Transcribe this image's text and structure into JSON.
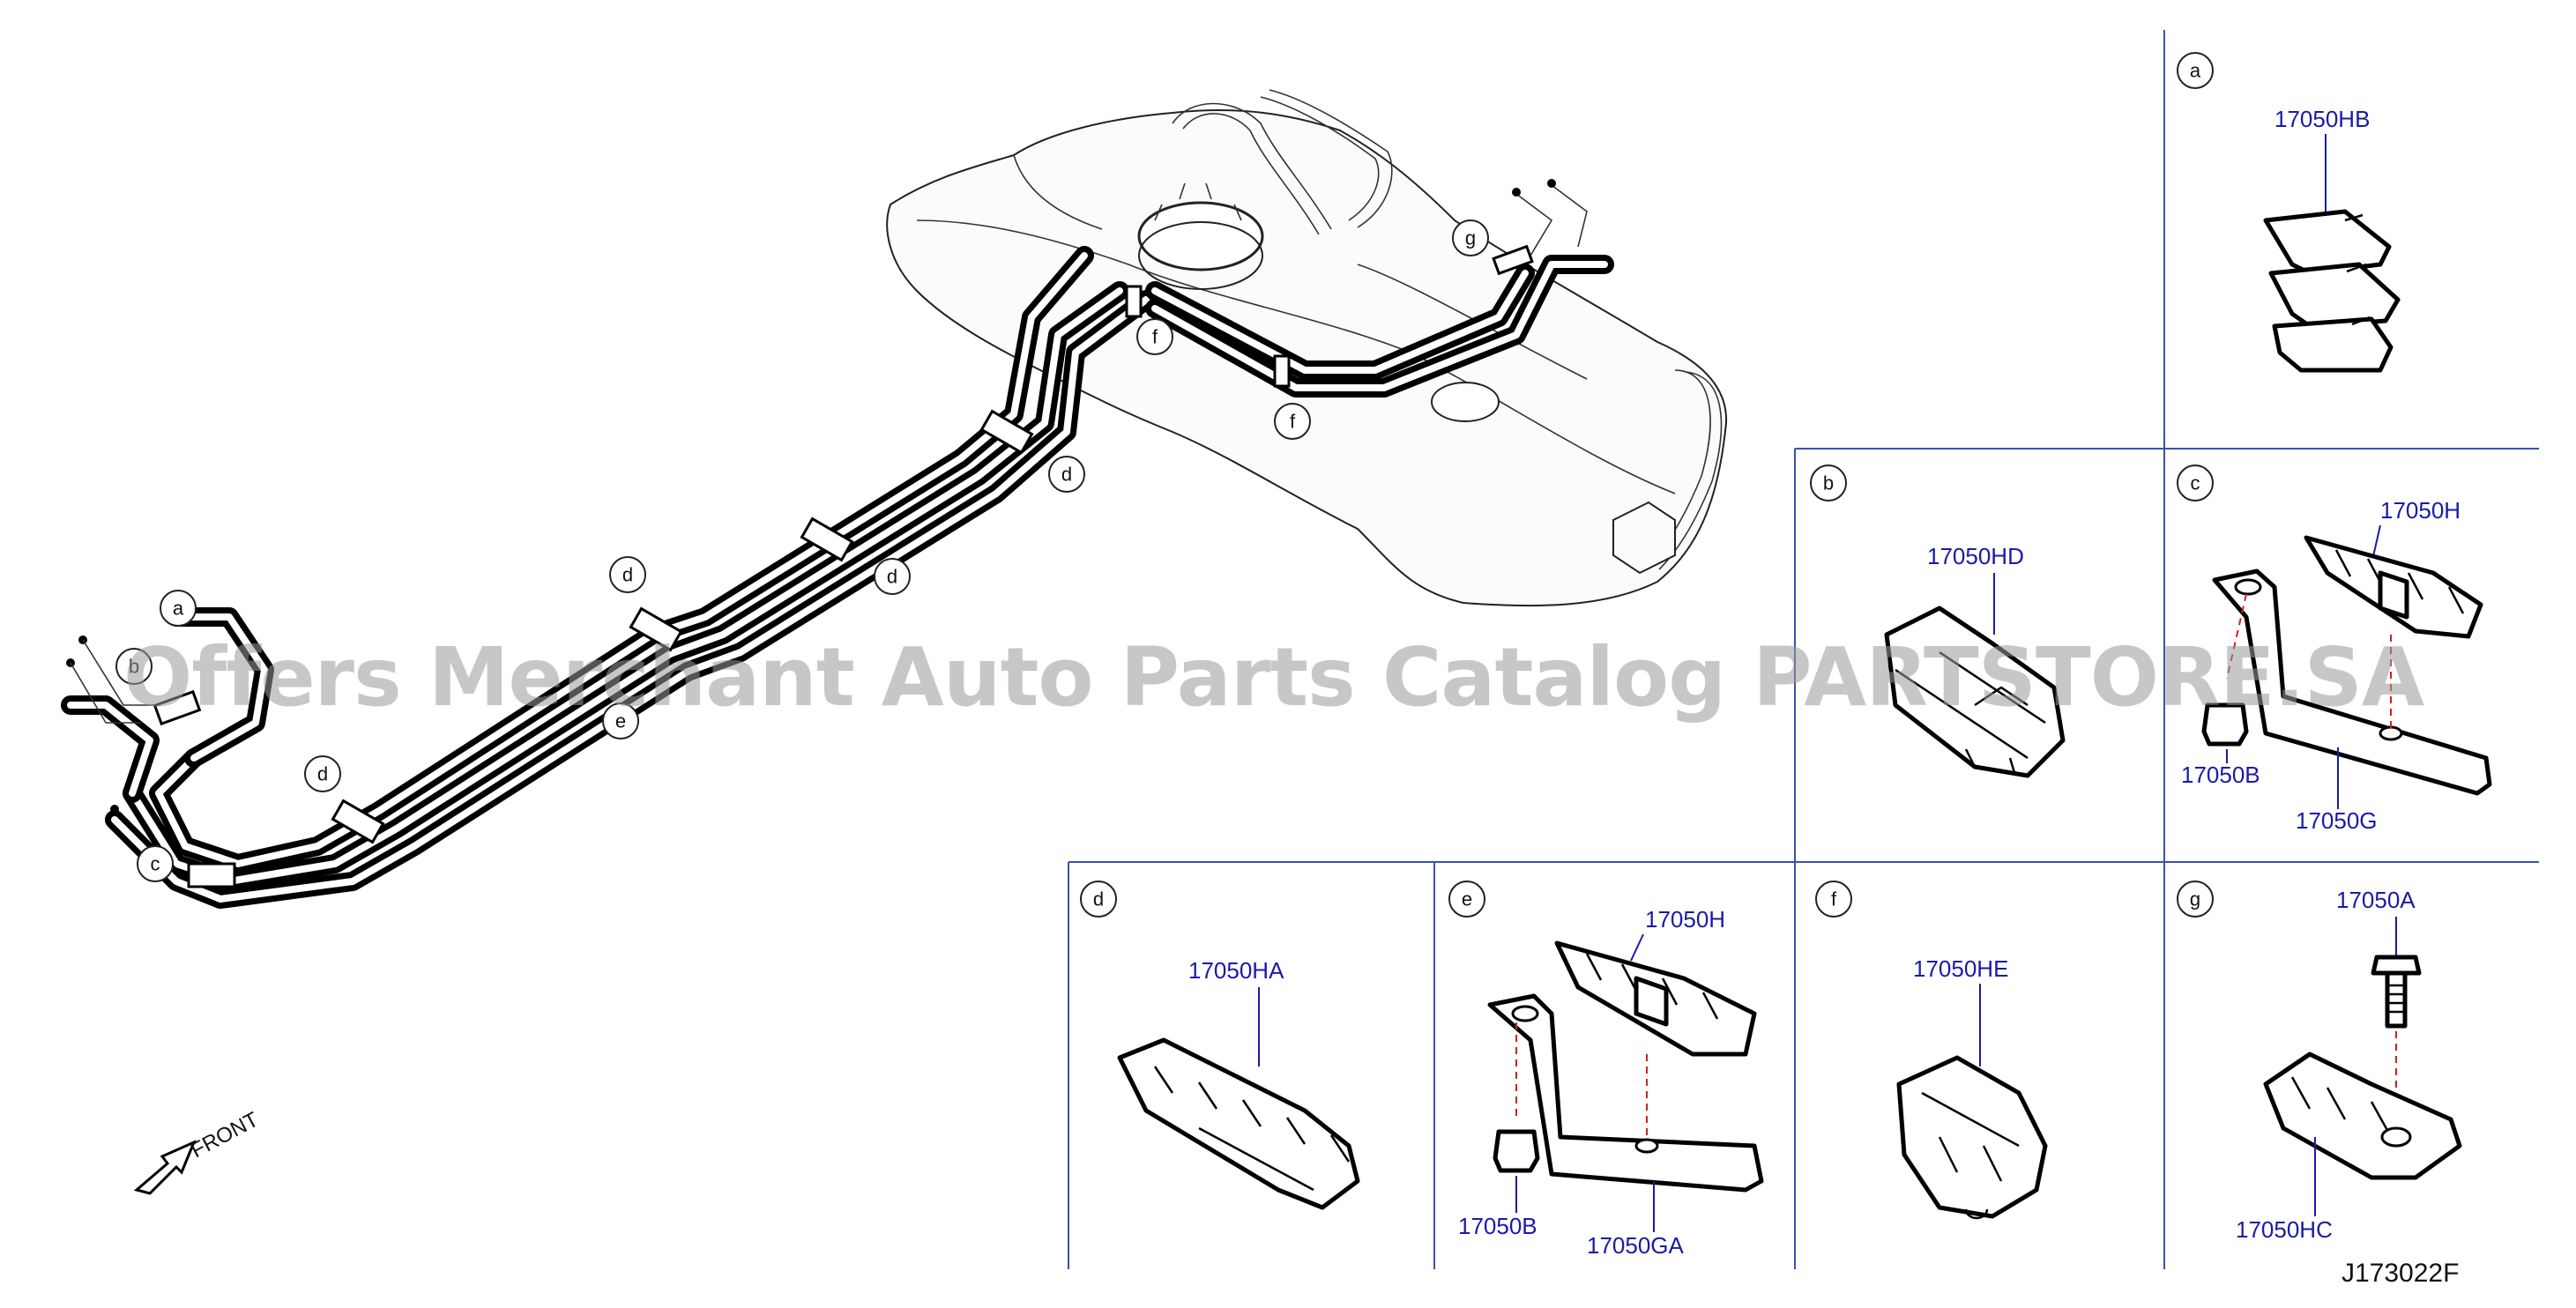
{
  "callout_letters": [
    "a",
    "b",
    "c",
    "d",
    "e",
    "f",
    "g"
  ],
  "panels": {
    "a": {
      "letter": "a",
      "parts": [
        "17050HB"
      ]
    },
    "b": {
      "letter": "b",
      "parts": [
        "17050HD"
      ]
    },
    "c": {
      "letter": "c",
      "parts": [
        "17050H",
        "17050B",
        "17050G"
      ]
    },
    "d": {
      "letter": "d",
      "parts": [
        "17050HA"
      ]
    },
    "e": {
      "letter": "e",
      "parts": [
        "17050H",
        "17050B",
        "17050GA"
      ]
    },
    "f": {
      "letter": "f",
      "parts": [
        "17050HE"
      ]
    },
    "g": {
      "letter": "g",
      "parts": [
        "17050A",
        "17050HC"
      ]
    }
  },
  "front_label": "FRONT",
  "diagram_ref": "J173022F",
  "watermark": "Offers Merchant Auto Parts Catalog PARTSTORE.SA",
  "colors": {
    "part_number": "#1a1aa8",
    "panel_border": "#3a50b0",
    "dashed_guide": "#d02020"
  }
}
